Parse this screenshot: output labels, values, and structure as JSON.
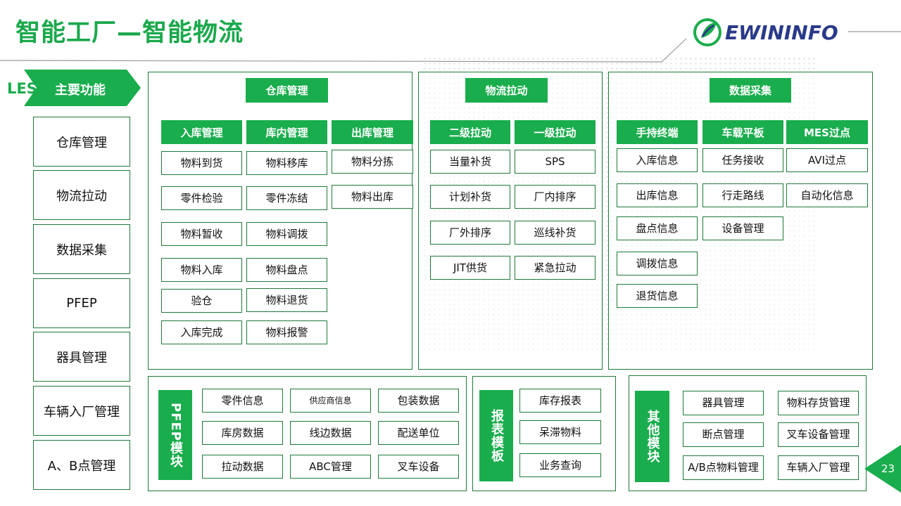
{
  "title": "智能工厂—智能物流",
  "logo": {
    "text": "EWININFO"
  },
  "les": {
    "prefix": "LES",
    "label": "主要功能"
  },
  "sidebar": [
    "仓库管理",
    "物流拉动",
    "数据采集",
    "PFEP",
    "器具管理",
    "车辆入厂管理",
    "A、B点管理"
  ],
  "warehouse": {
    "title": "仓库管理",
    "columns": [
      {
        "header": "入库管理",
        "items": [
          "物料到货",
          "零件检验",
          "物料暂收",
          "物料入库",
          "验仓",
          "入库完成"
        ]
      },
      {
        "header": "库内管理",
        "items": [
          "物料移库",
          "零件冻结",
          "物料调拨",
          "物料盘点",
          "物料退货",
          "物料报警"
        ]
      },
      {
        "header": "出库管理",
        "items": [
          "物料分拣",
          "物料出库"
        ]
      }
    ]
  },
  "logistics": {
    "title": "物流拉动",
    "columns": [
      {
        "header": "二级拉动",
        "items": [
          "当量补货",
          "计划补货",
          "厂外排序",
          "JIT供货"
        ]
      },
      {
        "header": "一级拉动",
        "items": [
          "SPS",
          "厂内排序",
          "巡线补货",
          "紧急拉动"
        ]
      }
    ]
  },
  "data_collect": {
    "title": "数据采集",
    "columns": [
      {
        "header": "手持终端",
        "items": [
          "入库信息",
          "出库信息",
          "盘点信息",
          "调拨信息",
          "退货信息"
        ]
      },
      {
        "header": "车载平板",
        "items": [
          "任务接收",
          "行走路线",
          "设备管理"
        ]
      },
      {
        "header": "MES过点",
        "items": [
          "AVI过点",
          "自动化信息"
        ]
      }
    ]
  },
  "pfep": {
    "label": "PFEP模块",
    "items": [
      "零件信息",
      "供应商信息",
      "包装数据",
      "库房数据",
      "线边数据",
      "配送单位",
      "拉动数据",
      "ABC管理",
      "叉车设备"
    ]
  },
  "report": {
    "label": "报表模板",
    "items": [
      "库存报表",
      "呆滞物料",
      "业务查询"
    ]
  },
  "other": {
    "label": "其他模块",
    "items": [
      "器具管理",
      "物料存货管理",
      "断点管理",
      "叉车设备管理",
      "A/B点物料管理",
      "车辆入厂管理"
    ]
  },
  "page_number": "23",
  "colors": {
    "green": "#1aad4d",
    "border": "#1e7a3a"
  }
}
